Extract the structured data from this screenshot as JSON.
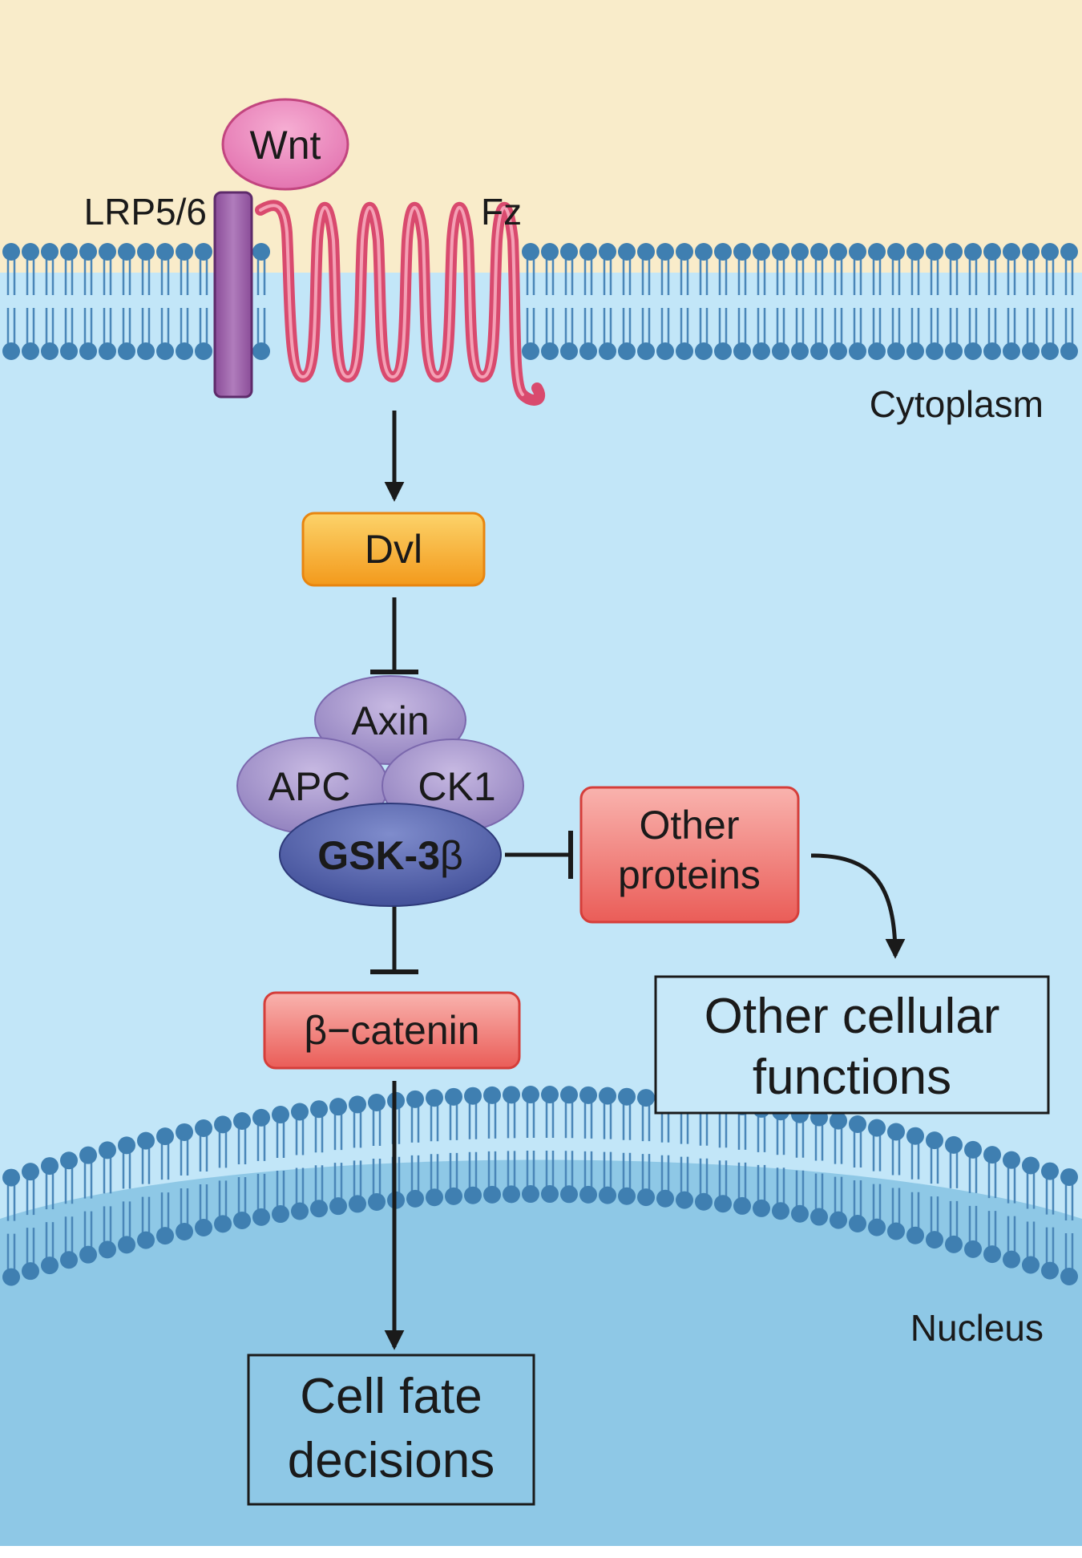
{
  "colors": {
    "extracellular": "#f9ecca",
    "cytoplasm": "#c2e6f8",
    "nucleus": "#8ec8e6",
    "lipid_head": "#3f7fb1",
    "lipid_tail": "#4a86b8",
    "wnt": "#ec87be",
    "frizzled": "#d94a6e",
    "lrp": "#9c5ea8",
    "dvl": "#f7a21f",
    "destruction_complex": "#a693cc",
    "gsk3b": "#4b5ba6",
    "red_box": "#f27a75",
    "arrow": "#1a1a1a"
  },
  "labels": {
    "wnt": "Wnt",
    "lrp": "LRP5/6",
    "fz": "Fz",
    "cytoplasm": "Cytoplasm",
    "nucleus": "Nucleus"
  },
  "nodes": {
    "dvl": "Dvl",
    "axin": "Axin",
    "apc": "APC",
    "ck1": "CK1",
    "gsk3b_main": "GSK-3",
    "gsk3b_suffix": "β",
    "other_proteins_line1": "Other",
    "other_proteins_line2": "proteins",
    "beta_catenin": "β−catenin",
    "cellular_functions_line1": "Other cellular",
    "cellular_functions_line2": "functions",
    "cell_fate_line1": "Cell fate",
    "cell_fate_line2": "decisions"
  },
  "edges": [
    {
      "from": "Fz",
      "to": "Dvl",
      "type": "activation"
    },
    {
      "from": "Dvl",
      "to": "Axin",
      "type": "inhibition"
    },
    {
      "from": "GSK-3β",
      "to": "Other proteins",
      "type": "inhibition"
    },
    {
      "from": "GSK-3β",
      "to": "β−catenin",
      "type": "inhibition"
    },
    {
      "from": "Other proteins",
      "to": "Other cellular functions",
      "type": "activation"
    },
    {
      "from": "β−catenin",
      "to": "Cell fate decisions",
      "type": "activation"
    }
  ]
}
